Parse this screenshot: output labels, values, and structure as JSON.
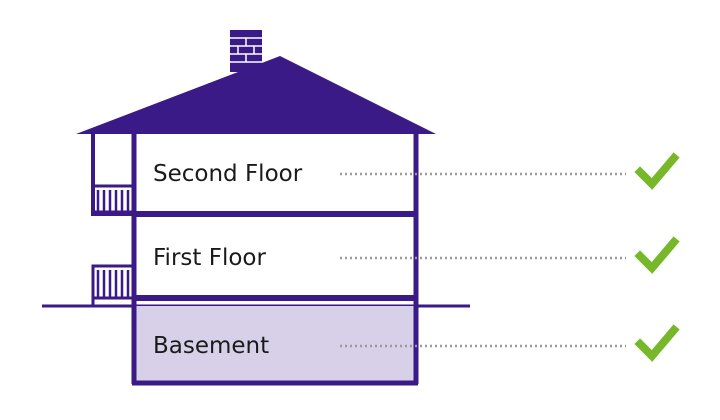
{
  "house": {
    "stroke_color": "#3a1a86",
    "basement_fill": "#d7d0e8"
  },
  "floors": [
    {
      "label": "Second Floor",
      "checked": true
    },
    {
      "label": "First Floor",
      "checked": true
    },
    {
      "label": "Basement",
      "checked": true
    }
  ],
  "colors": {
    "check": "#77b82a",
    "dotted_line": "#9a9a9a",
    "label_text": "#1a1a1a"
  },
  "icons": {
    "check": "check-icon",
    "chimney": "chimney-icon",
    "balcony": "balcony-railing-icon"
  }
}
